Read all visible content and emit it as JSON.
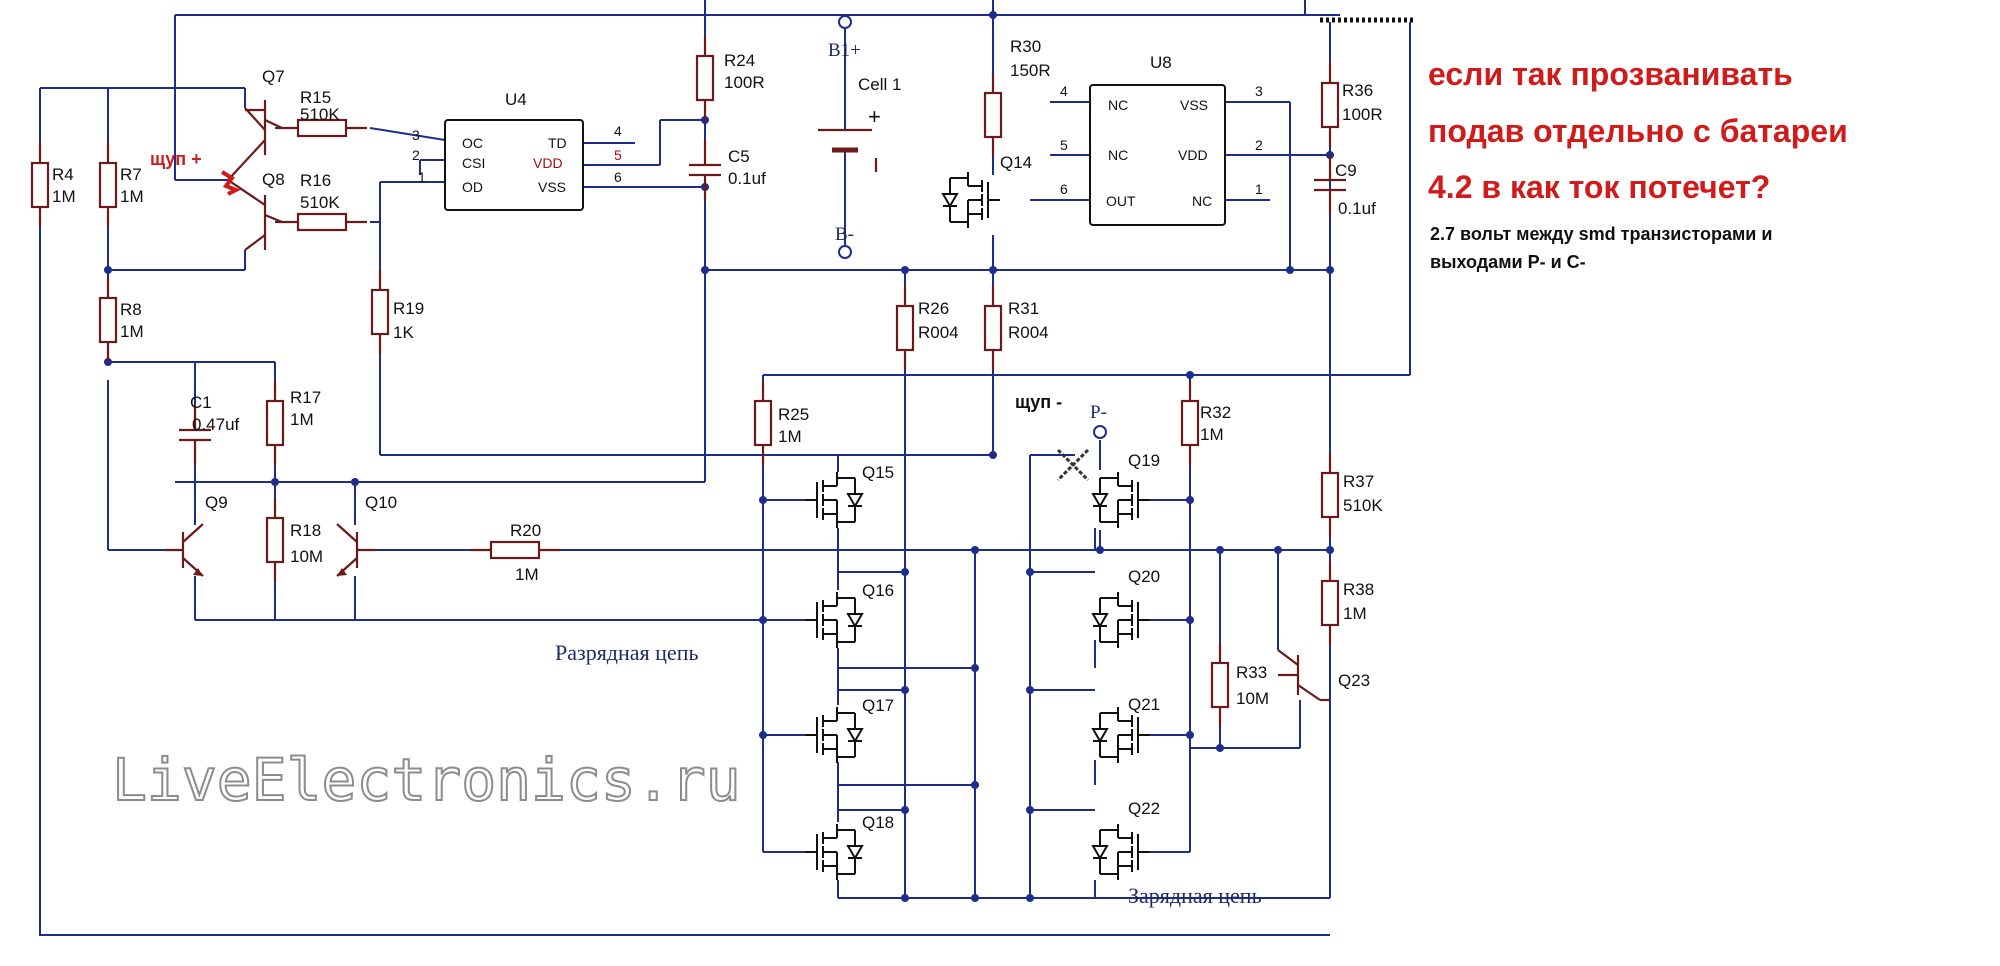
{
  "question": {
    "lines": [
      "если так прозванивать",
      "подав отдельно с батареи",
      "4.2 в как ток потечет?"
    ],
    "color": "#d11a1a"
  },
  "note": {
    "lines": [
      "2.7 вольт между smd транзисторами и",
      "выходами  P- и C-"
    ]
  },
  "probes": {
    "plus": "щуп +",
    "minus": "щуп -",
    "plus_color": "#d11a1a",
    "minus_color": "#111111"
  },
  "watermark": "LiveElectronics.ru",
  "sections": {
    "discharge": "Разрядная цепь",
    "charge": "Зарядная цепь"
  },
  "terminals": {
    "b_plus": "B1+",
    "b_minus": "B-",
    "p_minus": "P-"
  },
  "cell": {
    "label": "Cell 1",
    "plus": "+"
  },
  "u4": {
    "name": "U4",
    "pins_left": [
      {
        "num": "3",
        "name": "OC"
      },
      {
        "num": "2",
        "name": "CSI"
      },
      {
        "num": "1",
        "name": "OD"
      }
    ],
    "pins_right": [
      {
        "num": "4",
        "name": "TD"
      },
      {
        "num": "5",
        "name": "VDD"
      },
      {
        "num": "6",
        "name": "VSS"
      }
    ]
  },
  "u8": {
    "name": "U8",
    "pins_left": [
      {
        "num": "4",
        "name": "NC"
      },
      {
        "num": "5",
        "name": "NC"
      },
      {
        "num": "6",
        "name": "OUT"
      }
    ],
    "pins_right": [
      {
        "num": "3",
        "name": "VSS"
      },
      {
        "num": "2",
        "name": "VDD"
      },
      {
        "num": "1",
        "name": "NC"
      }
    ]
  },
  "resistors": {
    "R4": [
      "R4",
      "1M"
    ],
    "R7": [
      "R7",
      "1M"
    ],
    "R8": [
      "R8",
      "1M"
    ],
    "R15": [
      "R15",
      "510K"
    ],
    "R16": [
      "R16",
      "510K"
    ],
    "R17": [
      "R17",
      "1M"
    ],
    "R18": [
      "R18",
      "10M"
    ],
    "R19": [
      "R19",
      "1K"
    ],
    "R20": [
      "R20",
      "1M"
    ],
    "R24": [
      "R24",
      "100R"
    ],
    "R25": [
      "R25",
      "1M"
    ],
    "R26": [
      "R26",
      "R004"
    ],
    "R30": [
      "R30",
      "150R"
    ],
    "R31": [
      "R31",
      "R004"
    ],
    "R32": [
      "R32",
      "1M"
    ],
    "R33": [
      "R33",
      "10M"
    ],
    "R36": [
      "R36",
      "100R"
    ],
    "R37": [
      "R37",
      "510K"
    ],
    "R38": [
      "R38",
      "1M"
    ]
  },
  "capacitors": {
    "C1": [
      "C1",
      "0.47uf"
    ],
    "C5": [
      "C5",
      "0.1uf"
    ],
    "C9": [
      "C9",
      "0.1uf"
    ]
  },
  "transistors": {
    "Q7": "Q7",
    "Q8": "Q8",
    "Q9": "Q9",
    "Q10": "Q10",
    "Q14": "Q14",
    "Q15": "Q15",
    "Q16": "Q16",
    "Q17": "Q17",
    "Q18": "Q18",
    "Q19": "Q19",
    "Q20": "Q20",
    "Q21": "Q21",
    "Q22": "Q22",
    "Q23": "Q23"
  }
}
